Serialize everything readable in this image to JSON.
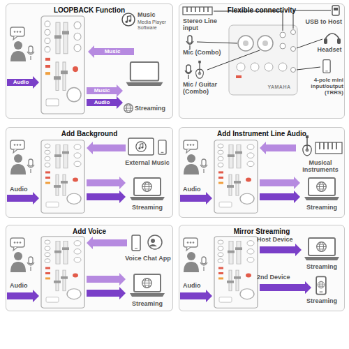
{
  "diagram": {
    "nodes": [
      {
        "text": [
          "LOOPBACK Function"
        ]
      },
      {
        "text": [
          "Flexible connectivity"
        ]
      },
      {
        "text": [
          "Add Background"
        ]
      },
      {
        "text": [
          "Add Instrument Line Audio"
        ]
      },
      {
        "text": [
          "Add Voice"
        ]
      },
      {
        "text": [
          "Mirror Streaming"
        ]
      }
    ],
    "labels": [
      "Music",
      "Media Player Software",
      "Audio",
      "Music",
      "Music",
      "Audio",
      "Streaming",
      "Stereo Line input",
      "Mic (Combo)",
      "Mic / Guitar (Combo)",
      "USB to Host",
      "Headset",
      "4-pole mini input/output (TRRS)",
      "YAMAHA",
      "Audio",
      "External Music",
      "Streaming",
      "Audio",
      "Musical Instruments",
      "Streaming",
      "Audio",
      "Voice Chat App",
      "Streaming",
      "Audio",
      "Host Device",
      "Streaming",
      "2nd Device",
      "Streaming"
    ]
  }
}
